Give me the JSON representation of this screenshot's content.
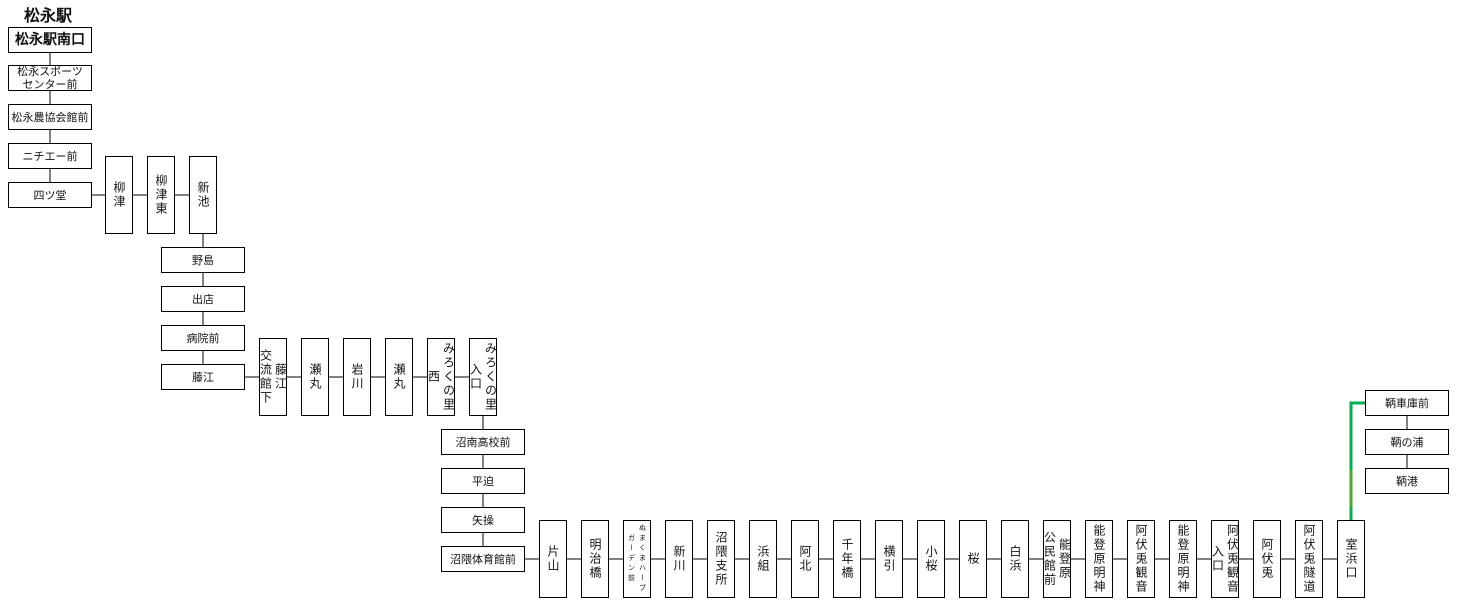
{
  "title": "松永駅",
  "route_colors": {
    "line": "#000000",
    "branch": "#00b050",
    "branch_mid": "#4ea72e"
  },
  "stations": [
    {
      "columns": [
        "松永駅南口"
      ]
    },
    {
      "columns": [
        "松永スポーツ",
        "センター前"
      ]
    },
    {
      "columns": [
        "松永農協会館前"
      ]
    },
    {
      "columns": [
        "ニチエー前"
      ]
    },
    {
      "columns": [
        "四ツ堂"
      ]
    },
    {
      "columns": [
        "柳津"
      ]
    },
    {
      "columns": [
        "柳津東"
      ]
    },
    {
      "columns": [
        "新池"
      ]
    },
    {
      "columns": [
        "野島"
      ]
    },
    {
      "columns": [
        "出店"
      ]
    },
    {
      "columns": [
        "病院前"
      ]
    },
    {
      "columns": [
        "藤江"
      ]
    },
    {
      "columns": [
        "藤江",
        "交流館下"
      ]
    },
    {
      "columns": [
        "瀬丸"
      ]
    },
    {
      "columns": [
        "岩川"
      ]
    },
    {
      "columns": [
        "瀬丸"
      ]
    },
    {
      "columns": [
        "みろくの里",
        "西"
      ]
    },
    {
      "columns": [
        "みろくの里",
        "入口"
      ]
    },
    {
      "columns": [
        "沼南高校前"
      ]
    },
    {
      "columns": [
        "平迫"
      ]
    },
    {
      "columns": [
        "矢操"
      ]
    },
    {
      "columns": [
        "沼隈体育館前"
      ]
    },
    {
      "columns": [
        "片山"
      ]
    },
    {
      "columns": [
        "明治橋"
      ]
    },
    {
      "columns": [
        "ぬまくまハーブ",
        "ガーデン前"
      ]
    },
    {
      "columns": [
        "新川"
      ]
    },
    {
      "columns": [
        "沼隈支所"
      ]
    },
    {
      "columns": [
        "浜組"
      ]
    },
    {
      "columns": [
        "阿北"
      ]
    },
    {
      "columns": [
        "千年橋"
      ]
    },
    {
      "columns": [
        "横引"
      ]
    },
    {
      "columns": [
        "小桜"
      ]
    },
    {
      "columns": [
        "桜"
      ]
    },
    {
      "columns": [
        "白浜"
      ]
    },
    {
      "columns": [
        "能登原",
        "公民館前"
      ]
    },
    {
      "columns": [
        "能登原明神"
      ]
    },
    {
      "columns": [
        "阿伏兎観音"
      ]
    },
    {
      "columns": [
        "能登原明神"
      ]
    },
    {
      "columns": [
        "阿伏兎観音",
        "入口"
      ]
    },
    {
      "columns": [
        "阿伏兎"
      ]
    },
    {
      "columns": [
        "阿伏兎隧道"
      ]
    },
    {
      "columns": [
        "室浜口"
      ]
    },
    {
      "columns": [
        "鞆車庫前"
      ]
    },
    {
      "columns": [
        "鞆の浦"
      ]
    },
    {
      "columns": [
        "鞆港"
      ]
    }
  ]
}
